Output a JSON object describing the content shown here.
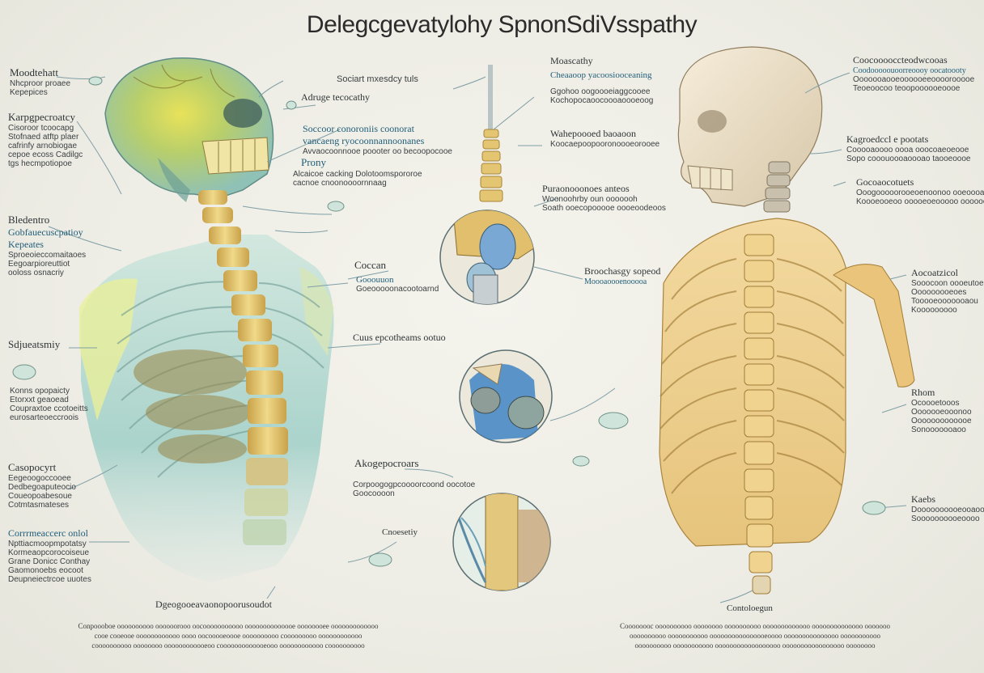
{
  "title": "Delegcgevatylohy SpnonSdiVsspathy",
  "left_labels": [
    {
      "heading": "Moodtehatt",
      "lines": [
        "Nhcproor proaee",
        "Kepepices"
      ]
    },
    {
      "heading": "Karpgpecroatcy",
      "lines": [
        "Cisoroor tcoocapg",
        "Stofnaed atftp plaer",
        "cafrinfy arnobiogae",
        "cepoe ecoss Cadilgc",
        "tgs hecmpotiopoe"
      ]
    },
    {
      "heading": "Bledentro",
      "subheading": "Gobfauecuscpatioy",
      "subheading2": "Kepeates",
      "lines": [
        "Sproeoieccomaitaoes",
        "Eegoarpioreuttiot",
        "ooloss osnacriy"
      ]
    },
    {
      "heading": "Sdjueatsmiy",
      "lines": []
    },
    {
      "heading": "",
      "lines": [
        "Konns opopaicty",
        "Etorxxt geaoead",
        "Coupraxtoe ccotoeitts",
        "eurosarteoeccroois"
      ]
    },
    {
      "heading": "Casopocyrt",
      "lines": [
        "Eegeoogoccooee",
        "Dedbegoaputeocio",
        "Coueopoabesoue",
        "Cotmtasmateses"
      ]
    },
    {
      "heading": "Corrrmeaccerc onlol",
      "lines": [
        "Npttiacmoopmpotatsy",
        "Kormeaopcorocoiseue",
        "Grane Donicc Conthay",
        "Gaomonoebs eocoot",
        "Deupneiectrcoe uuotes"
      ]
    }
  ],
  "center_labels": {
    "sooilart": "Sociart mxesdcy tuls",
    "adruge": "Adruge tecocathy",
    "socoror": [
      "Soccoor conoroniis coonorat",
      "vancaeng ryocoonnannoonanes",
      "Avvaocoonnooe poooter oo becoopocooe"
    ],
    "prony": "Prony",
    "alodoe": [
      "Alcaicoe cacking Dolotoomspororoe",
      "cacnoe cnoonoooornnaag"
    ],
    "coocan": "Coccan",
    "gooouon": [
      "Gooouuon",
      "Goeooooonacootoarnd"
    ],
    "cuus": "Cuus epcotheams ootuo",
    "akogep": "Akogepocroars",
    "corpooog": [
      "Corpoogogpcoooorcoond oocotoe",
      "Goocoooon"
    ],
    "cnoesty": "Cnoesetiy",
    "deogoc": "Dgeogooeavaonopoorusoudot",
    "moascathy": "Moascathy",
    "cheaop": "Cheaaoop yacoosiooceaning",
    "ggohoo": [
      "Ggohoo oogoooeiaggcooee",
      "Kochopocaoocoooaoooeoog"
    ],
    "waheponoen": [
      "Wahepoooed baoaoon",
      "Koocaepoopooronoooeorooee"
    ],
    "puranoocs": [
      "Puraonooonoes anteos",
      "Woonoohrby oun ooooooh",
      "Soath ooecopooooe oooeoodeoos"
    ],
    "broncahay": [
      "Broochasgy sopeod",
      "Moooaoooenooooa"
    ]
  },
  "right_labels": [
    {
      "heading": "Coocooooccteodwcooas",
      "lines": [
        "Coodooooouoorreoooy oocatoooty",
        "Ooooooaooeoooooeeoooorooooe",
        "Teoeoocoo teoopoooooeoooe"
      ]
    },
    {
      "heading": "Kagroedccl e pootats",
      "lines": [
        "Cooooaoooo oooa ooocoaeoeooe",
        "Sopo cooouoooaoooao taooeoooe"
      ]
    },
    {
      "heading": "Gocoaocotuets",
      "lines": [
        "Ooogooooorooeoenoonoo ooeoooauel",
        "Koooeooeoo ooooeoeooooo ooooooo"
      ]
    },
    {
      "heading": "Aocoatzicol",
      "lines": [
        "Sooocoon oooeutoe",
        "Ooooooooeoes",
        "Tooooeooooooaou",
        "Kooooooooo"
      ]
    },
    {
      "heading": "Rhom",
      "lines": [
        "Ocoooetooos",
        "Ooooooeooonoo",
        "Ooooooooooooe",
        "Sonooooooaoo"
      ]
    },
    {
      "heading": "Kaebs",
      "lines": [
        "Doooooooooeooaooe",
        "Soooooooooeoooo"
      ]
    }
  ],
  "bottom_left": [
    "Conpoooboe oooooooooo oooooorooo oocooooooooooo oooooooooooooe oooooooee ooooooooooooo",
    "cooe cooeooe oooooooooooo oooo oocooooeoooe oooooooooo cooooooooo oooooooooooo",
    "coooooooooo oooooooo oooooooooooeoo cooooooooooooeooo oooooooooooo coooooooooo"
  ],
  "bottom_right_heading": "Contoloegun",
  "bottom_right": [
    "Coooooooc oooooooooo oooooooo oooooooooo ooooooooooooo oooooooooooooo ooooooo",
    "oooooooooo ooooooooooo oooooooooooooooeoooo ooooooooooooooo ooooooooooo",
    "oooooooooo ooooooooooo oooooooooooooooooo ooooooooooooooooo oooooooo"
  ],
  "colors": {
    "background": "#efeee6",
    "teal_text": "#1f5d78",
    "spine_yellow": "#e3c06a",
    "xray_green": "#b9d6c8"
  }
}
